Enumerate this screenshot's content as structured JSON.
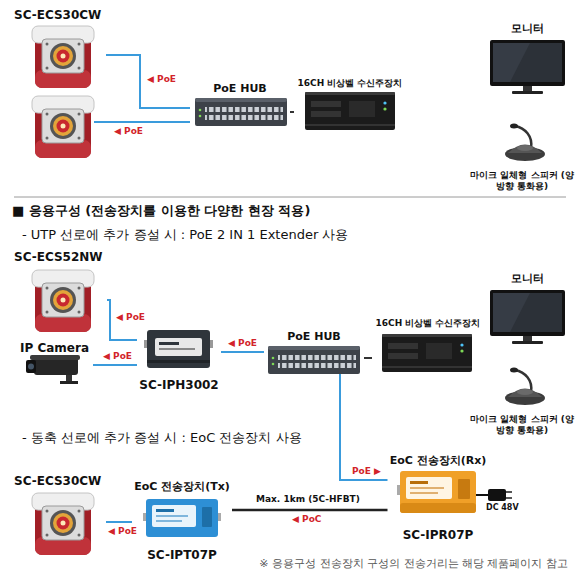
{
  "diagram": {
    "nodes": [
      {
        "text": [
          "SC-ECS30CW"
        ]
      },
      {
        "text": [
          "PoE HUB"
        ]
      },
      {
        "text": [
          "16CH 비상벨 수신주장치"
        ]
      },
      {
        "text": [
          "모니터"
        ]
      },
      {
        "text": [
          "마이크 일체형 스피커 (양방향 통화용)"
        ]
      },
      {
        "text": [
          "SC-ECS52NW"
        ]
      },
      {
        "text": [
          "IP Camera"
        ]
      },
      {
        "text": [
          "SC-IPH3002"
        ]
      },
      {
        "text": [
          "PoE HUB"
        ]
      },
      {
        "text": [
          "16CH 비상벨 수신주장치"
        ]
      },
      {
        "text": [
          "모니터"
        ]
      },
      {
        "text": [
          "마이크 일체형 스피커 (양방향 통화용)"
        ]
      },
      {
        "text": [
          "SC-ECS30CW"
        ]
      },
      {
        "text": [
          "EoC 전송장치(Tx)",
          "SC-IPT07P"
        ]
      },
      {
        "text": [
          "EoC 전송장치(Rx)",
          "SC-IPR07P"
        ]
      }
    ],
    "edges": [
      {
        "from": 0,
        "to": 1,
        "label": "◀ PoE",
        "arrow": "none"
      },
      {
        "from": 1,
        "to": 2,
        "arrow": "none"
      },
      {
        "from": 5,
        "to": 7,
        "label": "◀ PoE",
        "arrow": "none"
      },
      {
        "from": 6,
        "to": 7,
        "label": "◀ PoE",
        "arrow": "none"
      },
      {
        "from": 7,
        "to": 8,
        "label": "◀ PoE",
        "arrow": "none"
      },
      {
        "from": 8,
        "to": 9,
        "arrow": "none"
      },
      {
        "from": 8,
        "to": 14,
        "label": "PoE ▶",
        "arrow": "none"
      },
      {
        "from": 14,
        "to": 13,
        "label": "◀ PoC",
        "arrow": "none"
      },
      {
        "from": 13,
        "to": 12,
        "label": "◀ PoE",
        "arrow": "none"
      }
    ],
    "labels": [
      "◀ PoE",
      "■ 응용구성 (전송장치를 이용한 다양한 현장 적용)",
      "- UTP 선로에 추가 증설 시 : PoE 2 IN 1 Extender 사용",
      "- 동축 선로에 추가 증설 시 : EoC 전송장치 사용",
      "Max. 1km (5C-HFBT)",
      "DC 48V",
      "※ 응용구성 전송장치 구성의 전송거리는 해당 제품페이지 참고"
    ]
  }
}
